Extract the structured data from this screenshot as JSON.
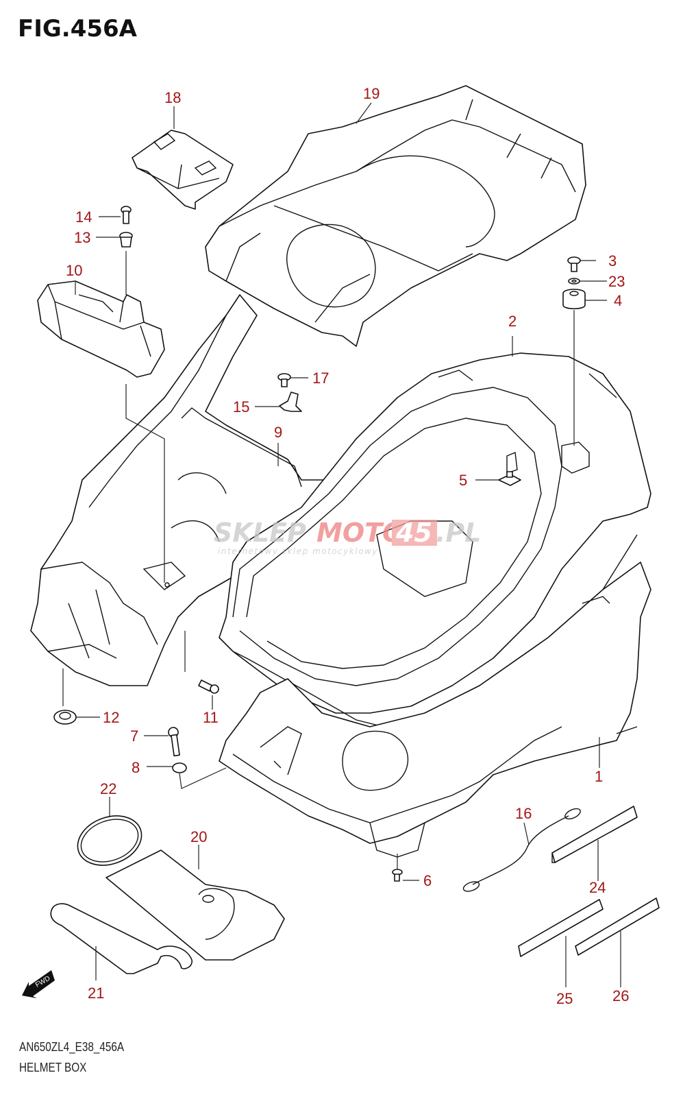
{
  "figure": {
    "title": "FIG.456A",
    "code": "AN650ZL4_E38_456A",
    "name": "HELMET BOX"
  },
  "colors": {
    "label": "#a31515",
    "line": "#111111",
    "watermark_gray": "#c8c8c8",
    "watermark_red": "#f08080"
  },
  "watermark": {
    "part1": "SKLEP",
    "part2": "MOTO",
    "part3": "45",
    "part4": ".PL",
    "tagline": "internetowy sklep motocyklowy"
  },
  "fwd_indicator": {
    "label": "FWD",
    "icon": "arrow-down-left-icon"
  },
  "callouts": [
    {
      "id": "1",
      "label": "1"
    },
    {
      "id": "2",
      "label": "2"
    },
    {
      "id": "3",
      "label": "3"
    },
    {
      "id": "4",
      "label": "4"
    },
    {
      "id": "5",
      "label": "5"
    },
    {
      "id": "6",
      "label": "6"
    },
    {
      "id": "7",
      "label": "7"
    },
    {
      "id": "8",
      "label": "8"
    },
    {
      "id": "9",
      "label": "9"
    },
    {
      "id": "10",
      "label": "10"
    },
    {
      "id": "11",
      "label": "11"
    },
    {
      "id": "12",
      "label": "12"
    },
    {
      "id": "13",
      "label": "13"
    },
    {
      "id": "14",
      "label": "14"
    },
    {
      "id": "15",
      "label": "15"
    },
    {
      "id": "16",
      "label": "16"
    },
    {
      "id": "17",
      "label": "17"
    },
    {
      "id": "18",
      "label": "18"
    },
    {
      "id": "19",
      "label": "19"
    },
    {
      "id": "20",
      "label": "20"
    },
    {
      "id": "21",
      "label": "21"
    },
    {
      "id": "22",
      "label": "22"
    },
    {
      "id": "23",
      "label": "23"
    },
    {
      "id": "24",
      "label": "24"
    },
    {
      "id": "25",
      "label": "25"
    },
    {
      "id": "26",
      "label": "26"
    }
  ]
}
